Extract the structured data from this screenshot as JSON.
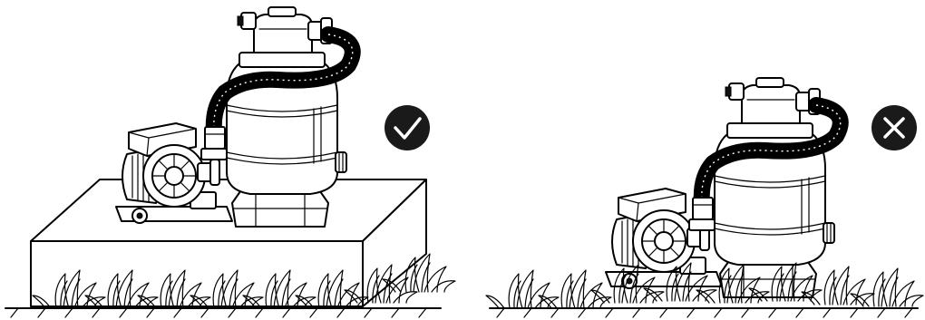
{
  "illustration": {
    "left_panel": {
      "scene": "pump-and-filter-raised-on-platform",
      "verdict_icon": "checkmark-icon",
      "verdict": "correct"
    },
    "right_panel": {
      "scene": "pump-and-filter-on-grass",
      "verdict_icon": "cross-icon",
      "verdict": "incorrect"
    },
    "colors": {
      "line": "#000000",
      "background": "#ffffff",
      "badge": "#1a1a1a",
      "badge_mark": "#ffffff"
    }
  }
}
